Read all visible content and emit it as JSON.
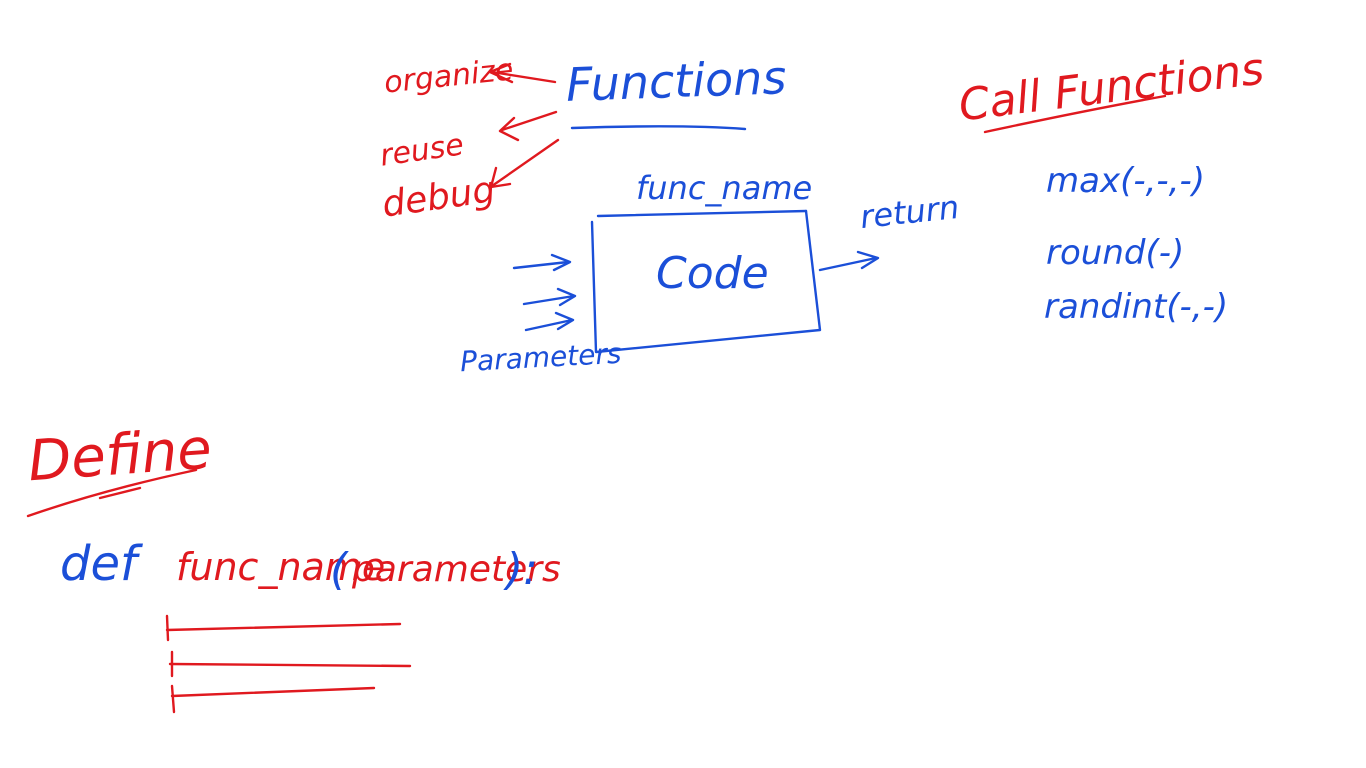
{
  "colors": {
    "blue_ink": "#1b4fd8",
    "red_ink": "#e0191f",
    "background": "#ffffff"
  },
  "top_diagram": {
    "title": "Functions",
    "benefits": [
      "organize",
      "reuse",
      "debug"
    ],
    "box_label": "func_name",
    "box_content": "Code",
    "inputs_label": "Parameters",
    "output_label": "return"
  },
  "call_section": {
    "title": "Call Functions",
    "examples": [
      "max(-,-,-)",
      "round(-)",
      "randint(-,-)"
    ]
  },
  "define_section": {
    "title": "Define",
    "keyword": "def",
    "func_name": "func_name",
    "open_paren": "(",
    "params": "parameters",
    "close": "):"
  }
}
